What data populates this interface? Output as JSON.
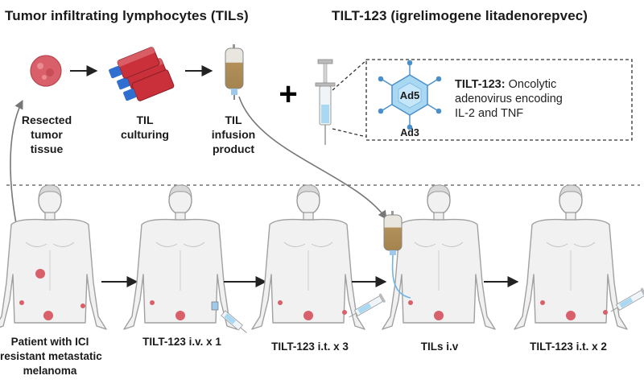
{
  "header": {
    "left_title": "Tumor infiltrating lymphocytes (TILs)",
    "right_title": "TILT-123 (igrelimogene litadenorepvec)"
  },
  "top_steps": [
    {
      "lines": [
        "Resected",
        "tumor",
        "tissue"
      ]
    },
    {
      "lines": [
        "TIL",
        "culturing"
      ]
    },
    {
      "lines": [
        "TIL",
        "infusion",
        "product"
      ]
    }
  ],
  "plus_symbol": "+",
  "virus": {
    "inner_label": "Ad5",
    "outer_label": "Ad3",
    "description_bold": "TILT-123:",
    "description_lines": [
      "Oncolytic",
      "adenovirus encoding",
      "IL-2 and TNF"
    ]
  },
  "timeline": [
    {
      "lines": [
        "Patient with ICI",
        "resistant metastatic",
        "melanoma"
      ]
    },
    {
      "lines": [
        "TILT-123 i.v. x 1"
      ]
    },
    {
      "lines": [
        "TILT-123 i.t. x 3"
      ]
    },
    {
      "lines": [
        "TILs i.v"
      ]
    },
    {
      "lines": [
        "TILT-123 i.t. x 2"
      ]
    }
  ],
  "colors": {
    "tumor": "#d9606a",
    "flask_body": "#c9303a",
    "flask_cap": "#2f6fd0",
    "infusion_liquid": "#b3905a",
    "virus_fill": "#a9d8f3",
    "virus_stroke": "#4a8fc9",
    "body_fill": "#f1f1f1",
    "body_stroke": "#a0a0a0",
    "arrow": "#222222",
    "curve_arrow": "#777777"
  }
}
